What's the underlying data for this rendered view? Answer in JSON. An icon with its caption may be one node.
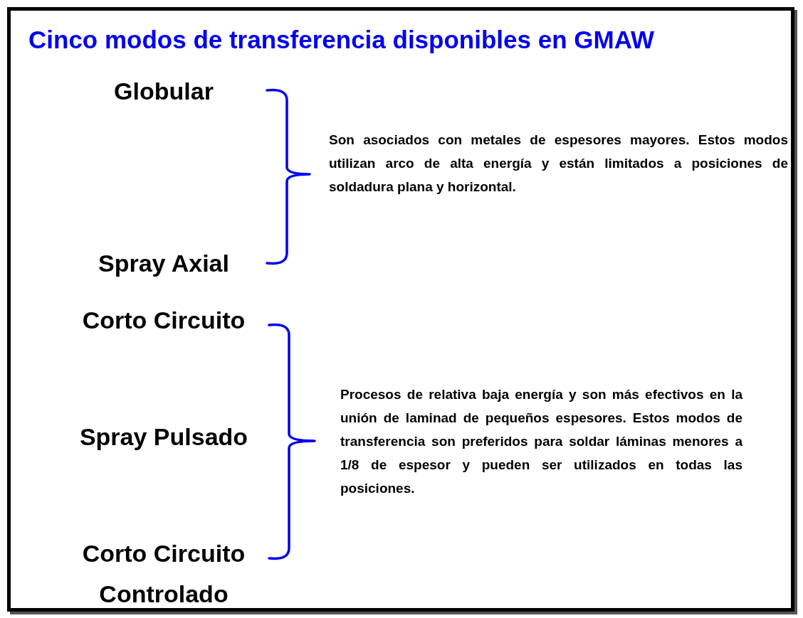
{
  "diagram": {
    "title": "Cinco modos de transferencia disponibles en GMAW",
    "labels": [
      "Globular",
      "Son asociados con metales de espesores mayores. Estos modos utilizan arco de alta energía y están limitados a posiciones de soldadura plana y horizontal.",
      "Spray Axial",
      "Corto Circuito",
      "Spray Pulsado",
      "Procesos de relativa baja energía y son más efectivos en la unión de laminad de pequeños espesores.  Estos modos de transferencia son preferidos para soldar láminas menores a 1/8 de espesor y pueden ser utilizados en todas las posiciones.",
      "Corto Circuito Controlado"
    ]
  }
}
